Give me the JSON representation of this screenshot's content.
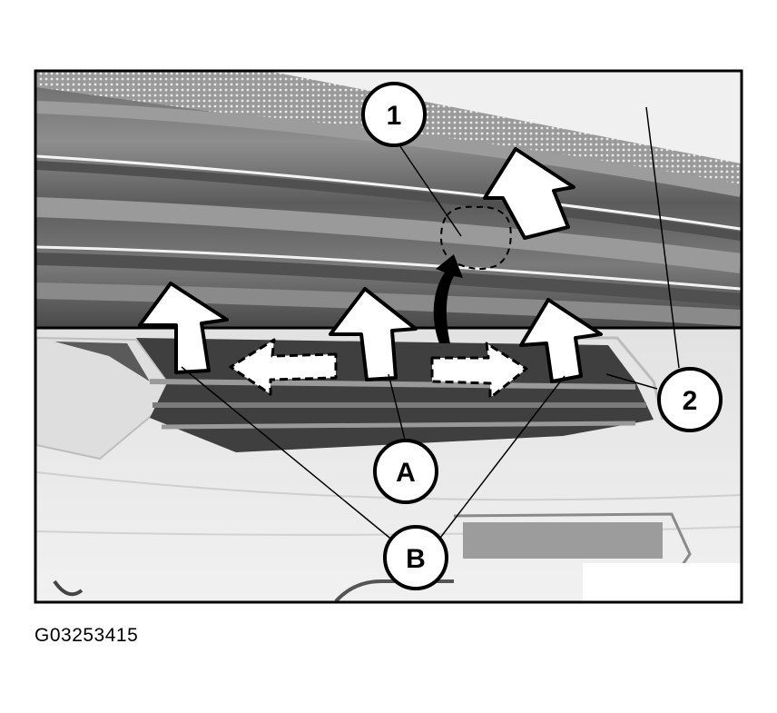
{
  "figure": {
    "id": "G03253415",
    "callouts": {
      "c1": "1",
      "c2": "2",
      "cA": "A",
      "cB": "B"
    }
  }
}
